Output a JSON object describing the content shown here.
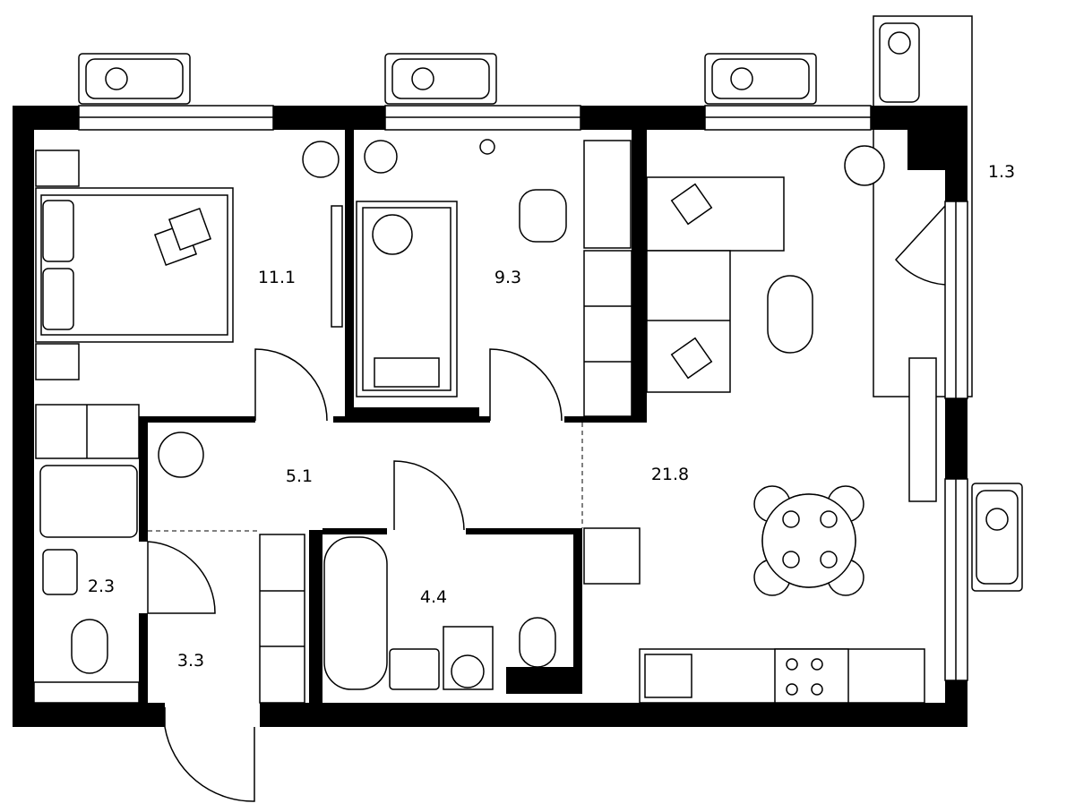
{
  "rooms": [
    {
      "id": "bedroom",
      "area": "11.1"
    },
    {
      "id": "kids-room",
      "area": "9.3"
    },
    {
      "id": "balcony",
      "area": "1.3"
    },
    {
      "id": "hallway",
      "area": "5.1"
    },
    {
      "id": "living-kitchen",
      "area": "21.8"
    },
    {
      "id": "toilet",
      "area": "2.3"
    },
    {
      "id": "entrance",
      "area": "3.3"
    },
    {
      "id": "bathroom",
      "area": "4.4"
    }
  ],
  "colors": {
    "wall": "#000000",
    "background": "#ffffff"
  }
}
